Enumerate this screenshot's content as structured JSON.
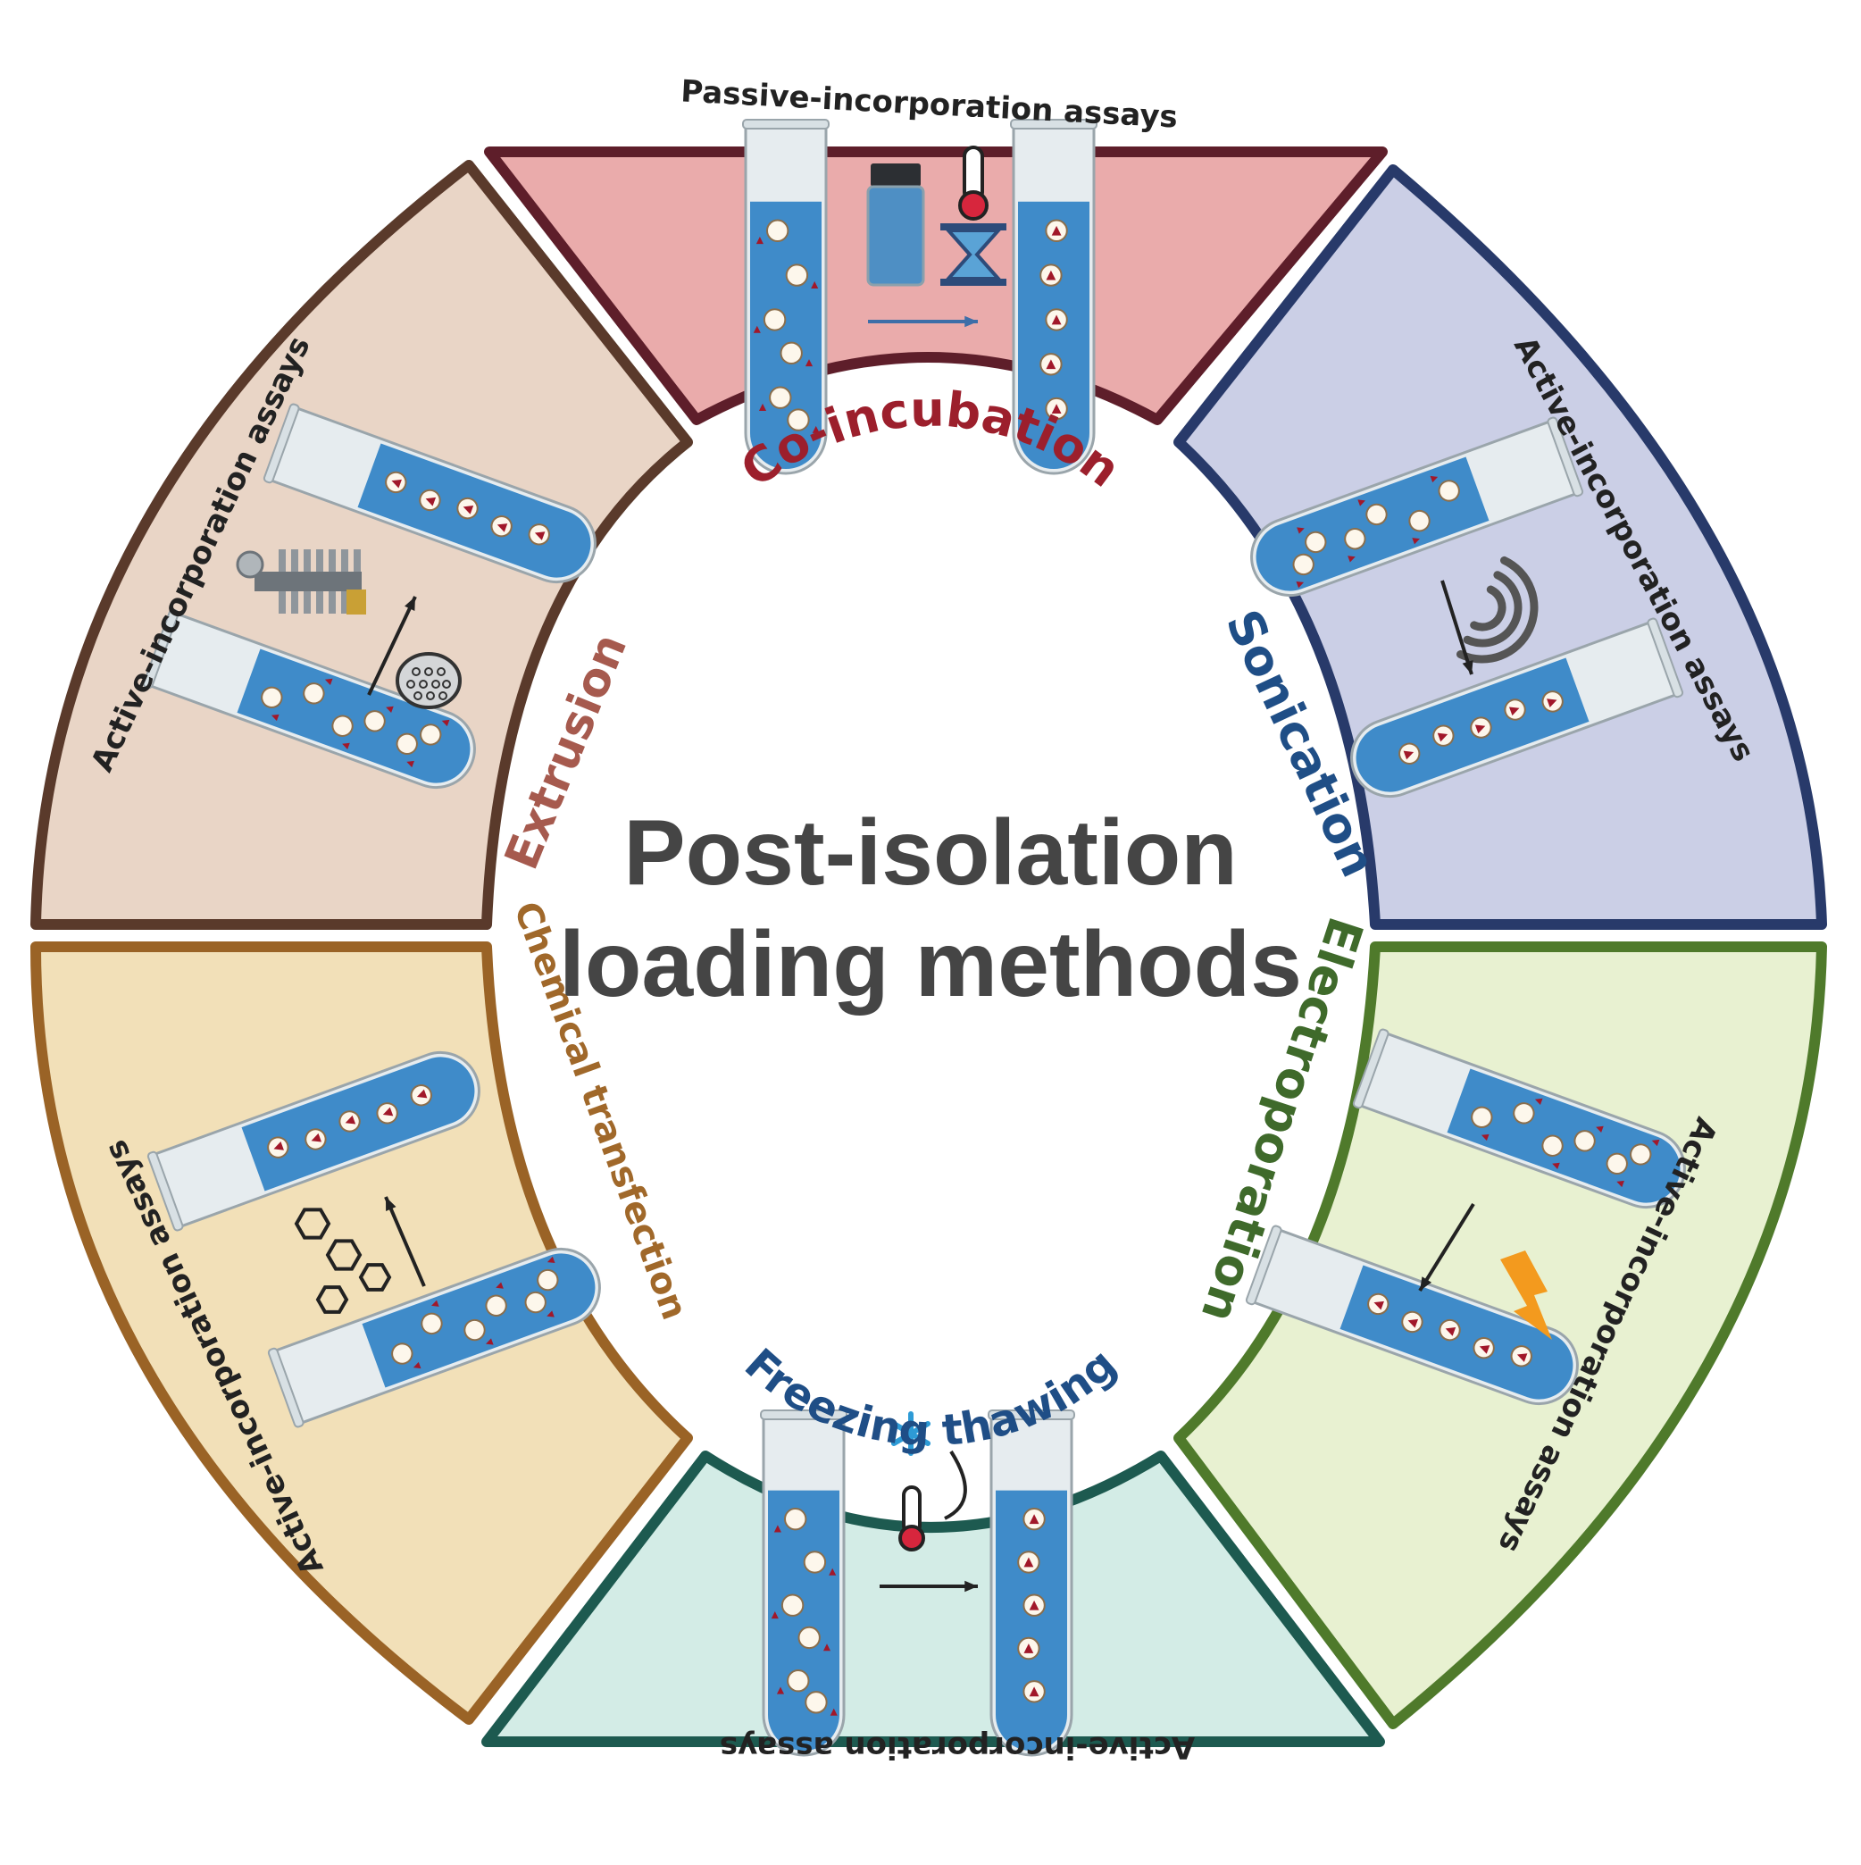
{
  "center_title": {
    "line1": "Post-isolation",
    "line2": "loading methods"
  },
  "segments": [
    {
      "id": "co-incubation",
      "method": "Co-incubation",
      "assay": "Passive-incorporation assays",
      "fill": "#eaabab",
      "border": "#5e1e2a",
      "label_color": "#9c1f2c"
    },
    {
      "id": "sonication",
      "method": "Sonication",
      "assay": "Active-incorporation assays",
      "fill": "#cbcfe6",
      "border": "#283a6a",
      "label_color": "#1f4e86"
    },
    {
      "id": "electroporation",
      "method": "Electroporation",
      "assay": "Active-incorporation assays",
      "fill": "#e8f1d1",
      "border": "#4f7a2b",
      "label_color": "#3f6a2b"
    },
    {
      "id": "freezing-thawing",
      "method": "Freezing thawing",
      "assay": "Active-incorporation assays",
      "fill": "#d3ece6",
      "border": "#1d5a50",
      "label_color": "#1f4e86"
    },
    {
      "id": "chemical-transfection",
      "method": "Chemical transfection",
      "assay": "Active-incorporation assays",
      "fill": "#f2e0b8",
      "border": "#9a6326",
      "label_color": "#a0682a"
    },
    {
      "id": "extrusion",
      "method": "Extrusion",
      "assay": "Active-incorporation assays",
      "fill": "#e9d5c6",
      "border": "#5a3a2b",
      "label_color": "#a65a4e"
    }
  ],
  "colors": {
    "liquid": "#3f8bc9",
    "tube_glass": "#e6ecef",
    "vesicle": "#fdf7ec",
    "cargo": "#a1182a",
    "title": "#454545",
    "lightning": "#f39a1e",
    "snowflake": "#2e9bd6"
  },
  "icons": {
    "co-incubation": [
      "test-tube-icon",
      "vial-icon",
      "thermometer-icon",
      "hourglass-icon",
      "arrow-icon"
    ],
    "sonication": [
      "test-tube-icon",
      "sound-wave-icon",
      "arrow-icon"
    ],
    "electroporation": [
      "test-tube-icon",
      "lightning-icon",
      "arrow-icon"
    ],
    "freezing-thawing": [
      "test-tube-icon",
      "snowflake-icon",
      "thermometer-icon",
      "arrow-icon"
    ],
    "chemical-transfection": [
      "test-tube-icon",
      "chemical-structure-icon",
      "arrow-icon"
    ],
    "extrusion": [
      "test-tube-icon",
      "extruder-icon",
      "membrane-filter-icon",
      "arrow-icon"
    ]
  }
}
